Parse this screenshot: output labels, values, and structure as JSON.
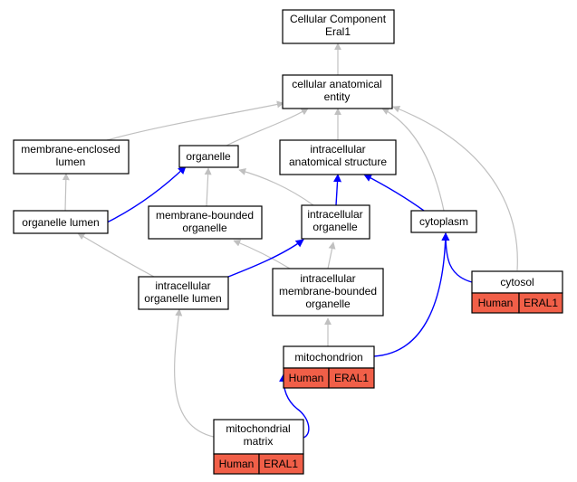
{
  "colors": {
    "is_a_edge": "#c0c0c0",
    "part_of_edge": "#0000ff",
    "annotation_badge": "#f15f48"
  },
  "nodes": {
    "root": [
      "Cellular Component",
      "Eral1"
    ],
    "cellular_anatomical_entity": [
      "cellular anatomical",
      "entity"
    ],
    "membrane_enclosed_lumen": [
      "membrane-enclosed",
      "lumen"
    ],
    "organelle": [
      "organelle"
    ],
    "intracellular_anatomical_structure": [
      "intracellular",
      "anatomical structure"
    ],
    "organelle_lumen": [
      "organelle lumen"
    ],
    "membrane_bounded_organelle": [
      "membrane-bounded",
      "organelle"
    ],
    "intracellular_organelle": [
      "intracellular",
      "organelle"
    ],
    "cytoplasm": [
      "cytoplasm"
    ],
    "cytosol": [
      "cytosol"
    ],
    "intracellular_organelle_lumen": [
      "intracellular",
      "organelle lumen"
    ],
    "intracellular_membrane_bounded_organelle": [
      "intracellular",
      "membrane-bounded",
      "organelle"
    ],
    "mitochondrion": [
      "mitochondrion"
    ],
    "mitochondrial_matrix": [
      "mitochondrial",
      "matrix"
    ]
  },
  "annotations": {
    "cytosol": [
      "Human",
      "ERAL1"
    ],
    "mitochondrion": [
      "Human",
      "ERAL1"
    ],
    "mitochondrial_matrix": [
      "Human",
      "ERAL1"
    ]
  }
}
